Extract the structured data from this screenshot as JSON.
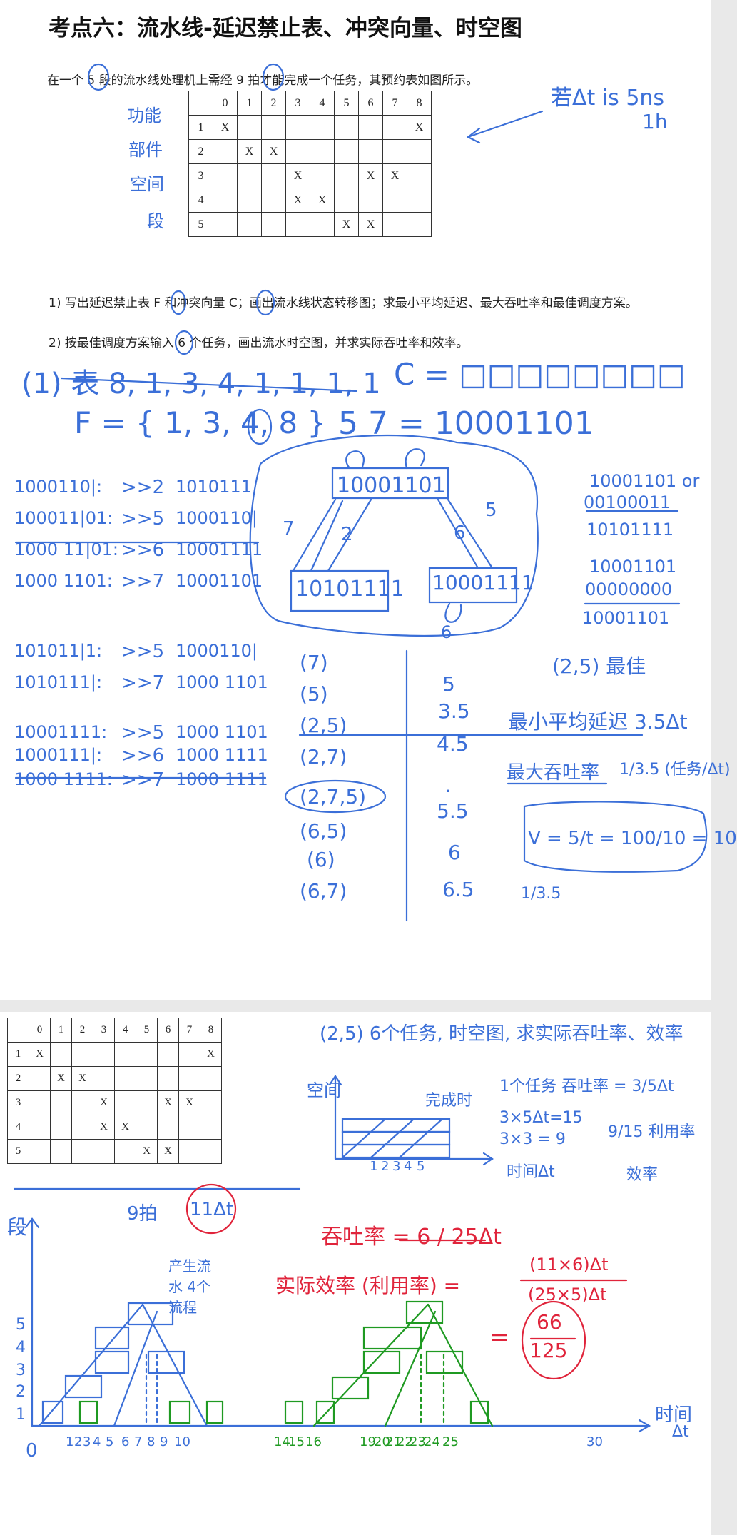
{
  "page1": {
    "title": "考点六：流水线-延迟禁止表、冲突向量、时空图",
    "intro": "在一个 5 段的流水线处理机上需经 9 拍才能完成一个任务，其预约表如图所示。",
    "questions": [
      "1)   写出延迟禁止表 F 和冲突向量 C；画出流水线状态转移图；求最小平均延迟、最大吞吐率和最佳调度方案。",
      "2)   按最佳调度方案输入 6 个任务，画出流水时空图，并求实际吞吐率和效率。"
    ],
    "table": {
      "header": [
        "",
        "0",
        "1",
        "2",
        "3",
        "4",
        "5",
        "6",
        "7",
        "8"
      ],
      "rows": [
        [
          "1",
          "X",
          "",
          "",
          "",
          "",
          "",
          "",
          "",
          "X"
        ],
        [
          "2",
          "",
          "X",
          "X",
          "",
          "",
          "",
          "",
          "",
          ""
        ],
        [
          "3",
          "",
          "",
          "",
          "X",
          "",
          "",
          "X",
          "X",
          ""
        ],
        [
          "4",
          "",
          "",
          "",
          "X",
          "X",
          "",
          "",
          "",
          ""
        ],
        [
          "5",
          "",
          "",
          "",
          "",
          "",
          "X",
          "X",
          "",
          ""
        ]
      ]
    },
    "handwriting": {
      "top_right": "若Δt is 5ns",
      "top_right2": "1h",
      "left_side": [
        "功能",
        "部件",
        "空间",
        "段"
      ],
      "line1": "(1) 表 8, 1, 3, 4, 1, 1, 1, 1",
      "c_vector": "C = □□□□□□□□",
      "f_set": "F = { 1, 3, 4, 8 }",
      "c_equals": "5 7 = 10001101",
      "states": [
        "10001101",
        "10101111",
        "10001111"
      ],
      "arrow_labels": [
        "7",
        "2",
        "5",
        "6",
        "6"
      ],
      "shift_rows": [
        [
          "1000110|:",
          ">>2",
          "1010111"
        ],
        [
          "100011|01:",
          ">>5",
          "1000110|"
        ],
        [
          "1000 11|01:",
          ">>6",
          "10001111"
        ],
        [
          "1000 1101:",
          ">>7",
          "10001101"
        ],
        [
          "101011|1:",
          ">>5",
          "1000110|"
        ],
        [
          "1010111|:",
          ">>7",
          "1000 1101"
        ],
        [
          "10001111:",
          ">>5",
          "1000 1101"
        ],
        [
          "1000111|:",
          ">>6",
          "1000 1111"
        ],
        [
          "1000 1111:",
          ">>7",
          "1000 1111"
        ]
      ],
      "or_ops": [
        "10001101 or",
        "00100011",
        "10101111",
        "10001101",
        "00000000",
        "10001101"
      ],
      "cycles_left": [
        "(7)",
        "(5)",
        "(2,5)",
        "(2,7)",
        "(2,7,5)",
        "(6,5)",
        "(6)",
        "(6,7)"
      ],
      "cycles_right": [
        "5",
        "3.5",
        "4.5",
        ".",
        "5.5",
        "6",
        "6.5"
      ],
      "best": "(2,5) 最佳",
      "min_avg": "最小平均延迟 3.5Δt",
      "max_tp": "最大吞吐率",
      "max_tp_val": "1/3.5 (任务/Δt)",
      "v_formula": "V = 5/t = 100/10 = 10",
      "v_den": "1/3.5"
    }
  },
  "page2": {
    "handwriting": {
      "header": "(2,5) 6个任务, 时空图, 求实际吞吐率、效率",
      "space_label": "空间",
      "mini_note": "完成时",
      "mini_text1": "1个任务  吞吐率 = 3/5Δt",
      "mini_text2": "3×5Δt=15",
      "mini_text3": "3×3 = 9",
      "mini_text4": "9/15 利用率",
      "mini_text5": "效率",
      "mini_time": "时间Δt",
      "mini_axis": [
        "1",
        "2",
        "3",
        "4",
        "5"
      ],
      "nine_beats": "9拍",
      "eleven": "11Δt",
      "big_y": "段",
      "big_x1": "时间",
      "big_x2": "Δt",
      "pipeline_note": "产生流水 4个流程",
      "throughput": "吞吐率 = 6 / 25Δt",
      "eff_label": "实际效率 (利用率) =",
      "eff_num": "(11×6)Δt",
      "eff_den": "(25×5)Δt",
      "eff_eq": "=",
      "eff_res_num": "66",
      "eff_res_den": "125",
      "x_ticks_blue": [
        "1",
        "2",
        "3",
        "4",
        "5",
        "6",
        "7",
        "8",
        "9",
        "10"
      ],
      "x_ticks_green": [
        "14",
        "15",
        "16",
        "19",
        "20",
        "21",
        "22",
        "23",
        "24",
        "25",
        "30"
      ],
      "y_ticks": [
        "1",
        "2",
        "3",
        "4",
        "5"
      ],
      "origin": "0"
    }
  },
  "colors": {
    "ink_blue": "#3b6fd8",
    "ink_red": "#e0243b",
    "ink_green": "#1f9a22",
    "text": "#222222"
  }
}
